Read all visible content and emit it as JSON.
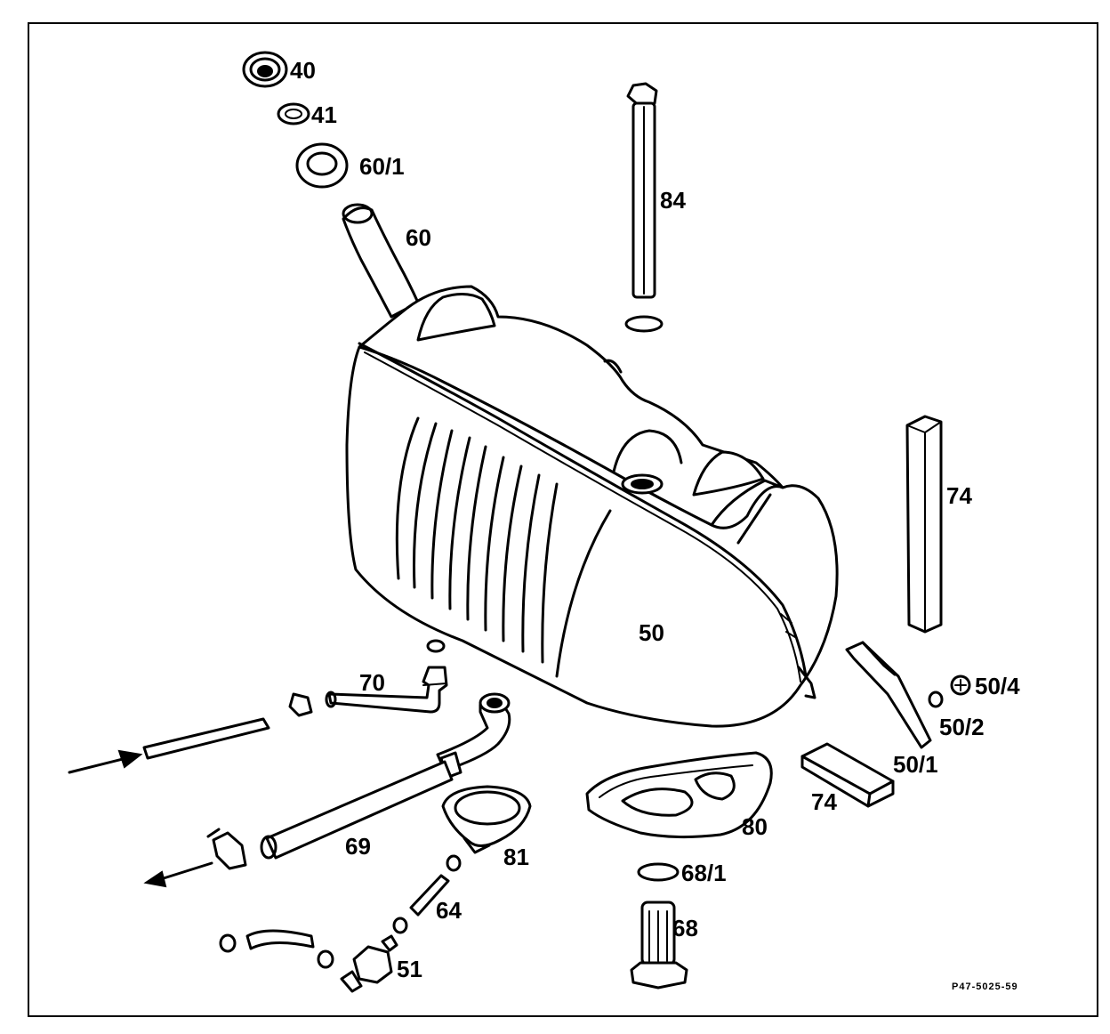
{
  "labels": {
    "p40": "40",
    "p41": "41",
    "p60_1": "60/1",
    "p60": "60",
    "p84": "84",
    "p74_vertical": "74",
    "p50": "50",
    "p50_4": "50/4",
    "p50_2": "50/2",
    "p50_1": "50/1",
    "p74_flat": "74",
    "p70": "70",
    "p69": "69",
    "p81": "81",
    "p80": "80",
    "p68_1": "68/1",
    "p64": "64",
    "p68": "68",
    "p51": "51"
  },
  "reference_code": "P47-5025-59"
}
